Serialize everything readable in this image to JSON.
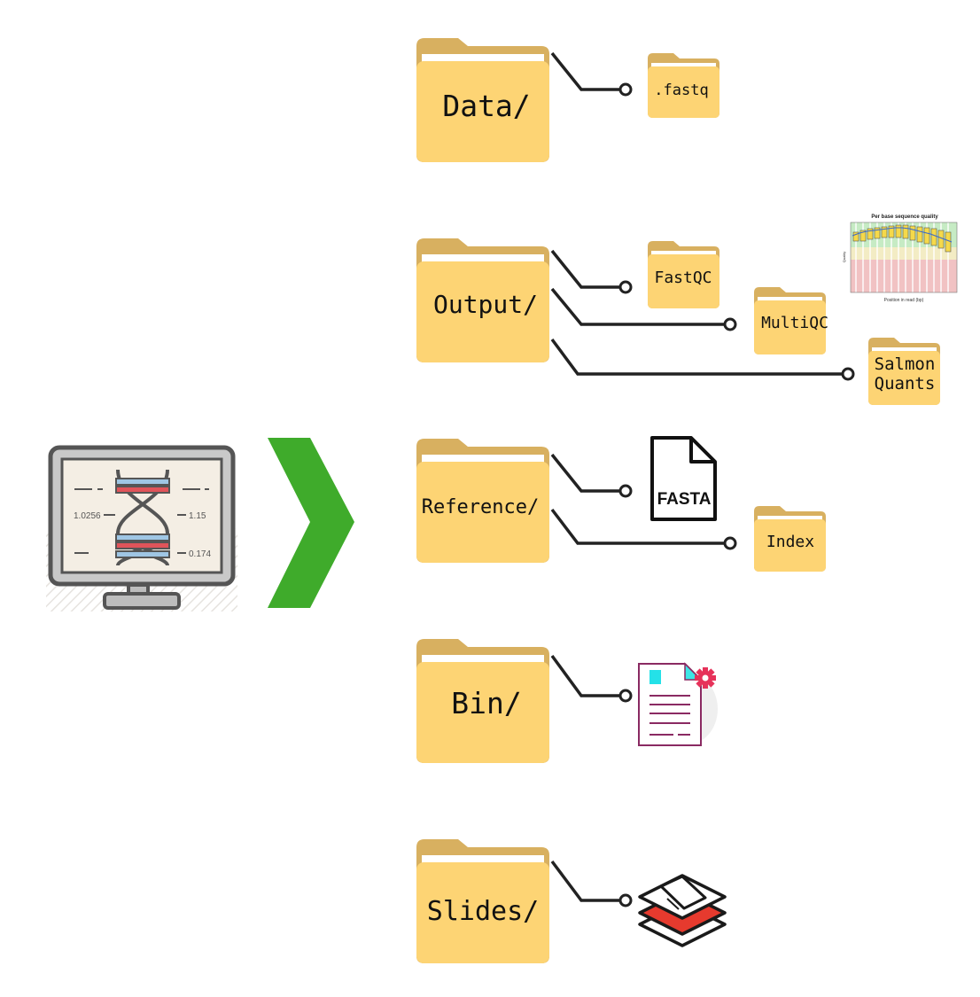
{
  "folders": {
    "data": "Data/",
    "output": "Output/",
    "reference": "Reference/",
    "bin": "Bin/",
    "slides": "Slides/"
  },
  "subfolders": {
    "fastq": ".fastq",
    "fastqc": "FastQC",
    "multiqc": "MultiQC",
    "salmon_line1": "Salmon",
    "salmon_line2": "Quants",
    "index": "Index"
  },
  "files": {
    "fasta": "FASTA"
  },
  "monitor": {
    "value_left": "1.0256",
    "value_right_top": "1.15",
    "value_right_bottom": "0.174"
  },
  "qc_plot": {
    "title": "Per base sequence quality",
    "xlabel": "Position in read (bp)",
    "ylabel": "Quality"
  },
  "icons": {
    "monitor": "dna-monitor-icon",
    "arrow": "chevron-right-icon",
    "fasta_file": "file-icon",
    "script": "script-gear-icon",
    "slides": "layers-icon"
  },
  "colors": {
    "folder_front": "#fdd474",
    "folder_back": "#d8b060",
    "folder_tab_white": "#ffffff",
    "connector": "#222222",
    "arrow_green": "#3fab2b",
    "dna_red": "#e0545a",
    "dna_blue": "#9fc6e4",
    "slides_red": "#e63a2e"
  }
}
